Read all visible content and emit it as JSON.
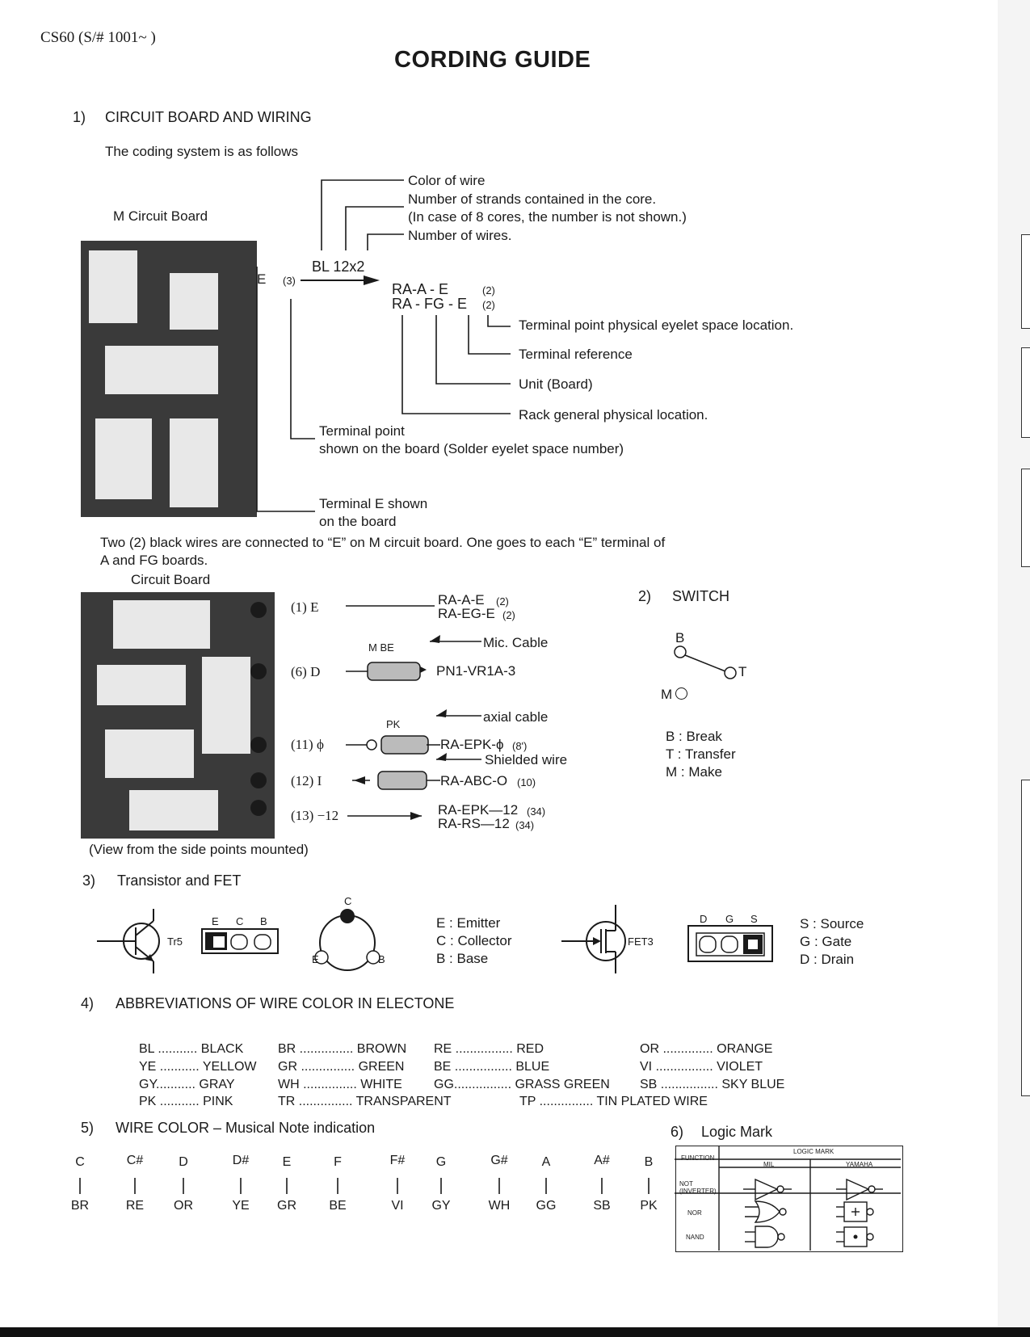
{
  "header": {
    "model": "CS60 (S/#  1001~ )",
    "title": "CORDING GUIDE"
  },
  "section1": {
    "number": "1)",
    "title": "CIRCUIT BOARD AND WIRING",
    "intro": "The coding system is as follows",
    "board_label": "M Circuit Board",
    "terminal_e": "E",
    "terminal_num": "(3)",
    "code": "BL 12x2",
    "legend_color": "Color of wire",
    "legend_strands": "Number of strands contained in the core.",
    "legend_strands2": "(In case of 8 cores, the number is not shown.)",
    "legend_wires": "Number of wires.",
    "dest1": "RA-A  - E",
    "dest1_n": "(2)",
    "dest2": "RA - FG - E",
    "dest2_n": "(2)",
    "desc_eyelet": "Terminal point physical eyelet space location.",
    "desc_terminal_ref": "Terminal reference",
    "desc_unit": "Unit (Board)",
    "desc_rack": "Rack general physical location.",
    "desc_terminal_point": "Terminal point",
    "desc_terminal_point2": "shown on the board (Solder eyelet space number)",
    "desc_terminal_e": "Terminal E shown",
    "desc_terminal_e2": "on the board",
    "note1": "Two (2) black wires are connected to “E” on M circuit board. One goes to each “E” terminal of",
    "note2": "A and FG boards.",
    "board2_label": "Circuit Board",
    "view_note": "(View from the side points mounted)",
    "conn_1": "(1) E",
    "conn_1_dest1": "RA-A-E",
    "conn_1_dest1_n": "(2)",
    "conn_1_dest2": "RA-EG-E",
    "conn_1_dest2_n": "(2)",
    "mbe": "M BE",
    "mic_cable": "Mic. Cable",
    "conn_6": "(6) D",
    "conn_6_dest": "PN1-VR1A-3",
    "pk": "PK",
    "axial_cable": "axial cable",
    "conn_11": "(11) ϕ",
    "conn_11_dest": "RA-EPK-ϕ",
    "conn_11_n": "(8')",
    "shielded_wire": "Shielded wire",
    "conn_12": "(12) I",
    "conn_12_dest": "RA-ABC-O",
    "conn_12_n": "(10)",
    "conn_13": "(13) −12",
    "conn_13_dest1": "RA-EPK—12",
    "conn_13_dest1_n": "(34)",
    "conn_13_dest2": "RA-RS—12",
    "conn_13_dest2_n": "(34)"
  },
  "section2": {
    "number": "2)",
    "title": "SWITCH",
    "b": "B",
    "t": "T",
    "m": "M",
    "legend": [
      "B : Break",
      "T : Transfer",
      "M : Make"
    ]
  },
  "section3": {
    "number": "3)",
    "title": "Transistor and FET",
    "tr_label": "Tr5",
    "ecb": [
      "E",
      "C",
      "B"
    ],
    "c": "C",
    "e": "E",
    "b": "B",
    "legend": [
      "E : Emitter",
      "C : Collector",
      "B : Base"
    ],
    "fet_label": "FET3",
    "dgs": [
      "D",
      "G",
      "S"
    ],
    "fet_legend": [
      "S : Source",
      "G : Gate",
      "D : Drain"
    ]
  },
  "section4": {
    "number": "4)",
    "title": "ABBREVIATIONS OF WIRE COLOR IN ELECTONE",
    "rows": [
      [
        "BL ........... BLACK",
        "BR ............... BROWN",
        "RE ................ RED",
        "OR .............. ORANGE"
      ],
      [
        "YE ........... YELLOW",
        "GR ............... GREEN",
        "BE ................ BLUE",
        "VI ................ VIOLET"
      ],
      [
        "GY........... GRAY",
        "WH ............... WHITE",
        "GG................ GRASS GREEN",
        "SB ................ SKY BLUE"
      ],
      [
        "PK ........... PINK",
        "TR ............... TRANSPARENT",
        "TP ............... TIN PLATED WIRE",
        ""
      ]
    ]
  },
  "section5": {
    "number": "5)",
    "title": "WIRE COLOR – Musical Note indication",
    "notes": [
      "C",
      "C#",
      "D",
      "D#",
      "E",
      "F",
      "F#",
      "G",
      "G#",
      "A",
      "A#",
      "B"
    ],
    "colors": [
      "BR",
      "RE",
      "OR",
      "YE",
      "GR",
      "BE",
      "VI",
      "GY",
      "WH",
      "GG",
      "SB",
      "PK"
    ]
  },
  "section6": {
    "number": "6)",
    "title": "Logic Mark",
    "header_logic": "LOGIC MARK",
    "header_function": "FUNCTION",
    "header_mil": "MIL",
    "header_yamaha": "YAMAHA",
    "rows": [
      "NOT (INVERTER)",
      "NOR",
      "NAND"
    ]
  }
}
